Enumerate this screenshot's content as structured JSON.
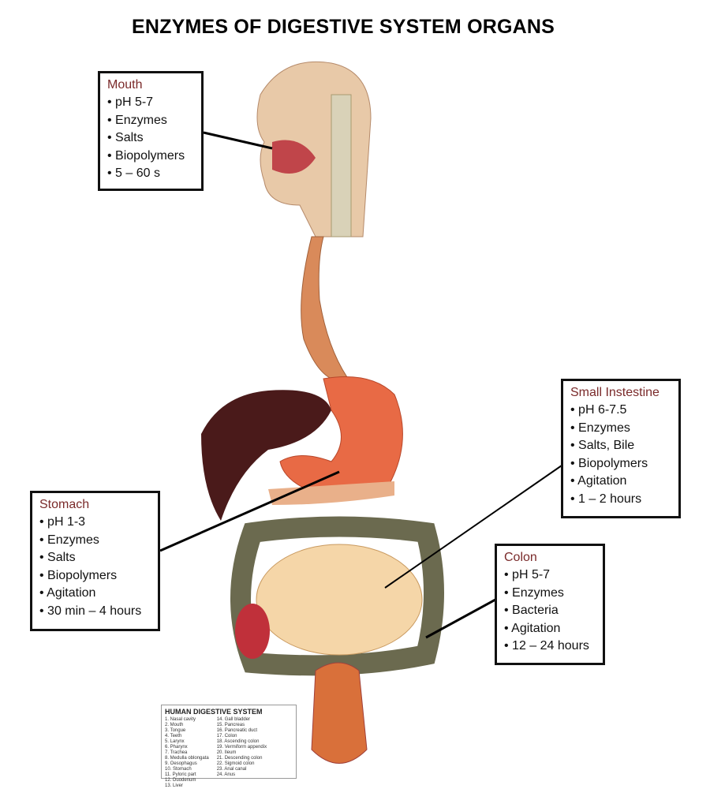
{
  "title": "ENZYMES OF DIGESTIVE SYSTEM ORGANS",
  "panels": [
    {
      "name": "Mouth",
      "items": [
        "pH 5-7",
        "Enzymes",
        "Salts",
        "Biopolymers",
        "5 – 60 s"
      ]
    },
    {
      "name": "Small Instestine",
      "items": [
        "pH 6-7.5",
        "Enzymes",
        "Salts, Bile",
        "Biopolymers",
        "Agitation",
        "1 – 2 hours"
      ]
    },
    {
      "name": "Stomach",
      "items": [
        "pH 1-3",
        "Enzymes",
        "Salts",
        "Biopolymers",
        "Agitation",
        "30 min – 4 hours"
      ]
    },
    {
      "name": "Colon",
      "items": [
        "pH 5-7",
        "Enzymes",
        "Bacteria",
        "Agitation",
        "12 – 24 hours"
      ]
    }
  ],
  "legend": {
    "title": "HUMAN DIGESTIVE SYSTEM",
    "col1": [
      "1. Nasal cavity",
      "2. Mouth",
      "3. Tongue",
      "4. Teeth",
      "5. Larynx",
      "6. Pharynx",
      "7. Trachea",
      "8. Medulla oblongata",
      "9. Oesophagus",
      "10. Stomach",
      "11. Pyloric part",
      "12. Duodenum",
      "13. Liver"
    ],
    "col2": [
      "14. Gall bladder",
      "15. Pancreas",
      "16. Pancreatic duct",
      "17. Colon",
      "18. Ascending colon",
      "19. Vermiform appendix",
      "20. Ileum",
      "21. Descending colon",
      "22. Sigmoid colon",
      "23. Anal canal",
      "24. Anus"
    ]
  }
}
